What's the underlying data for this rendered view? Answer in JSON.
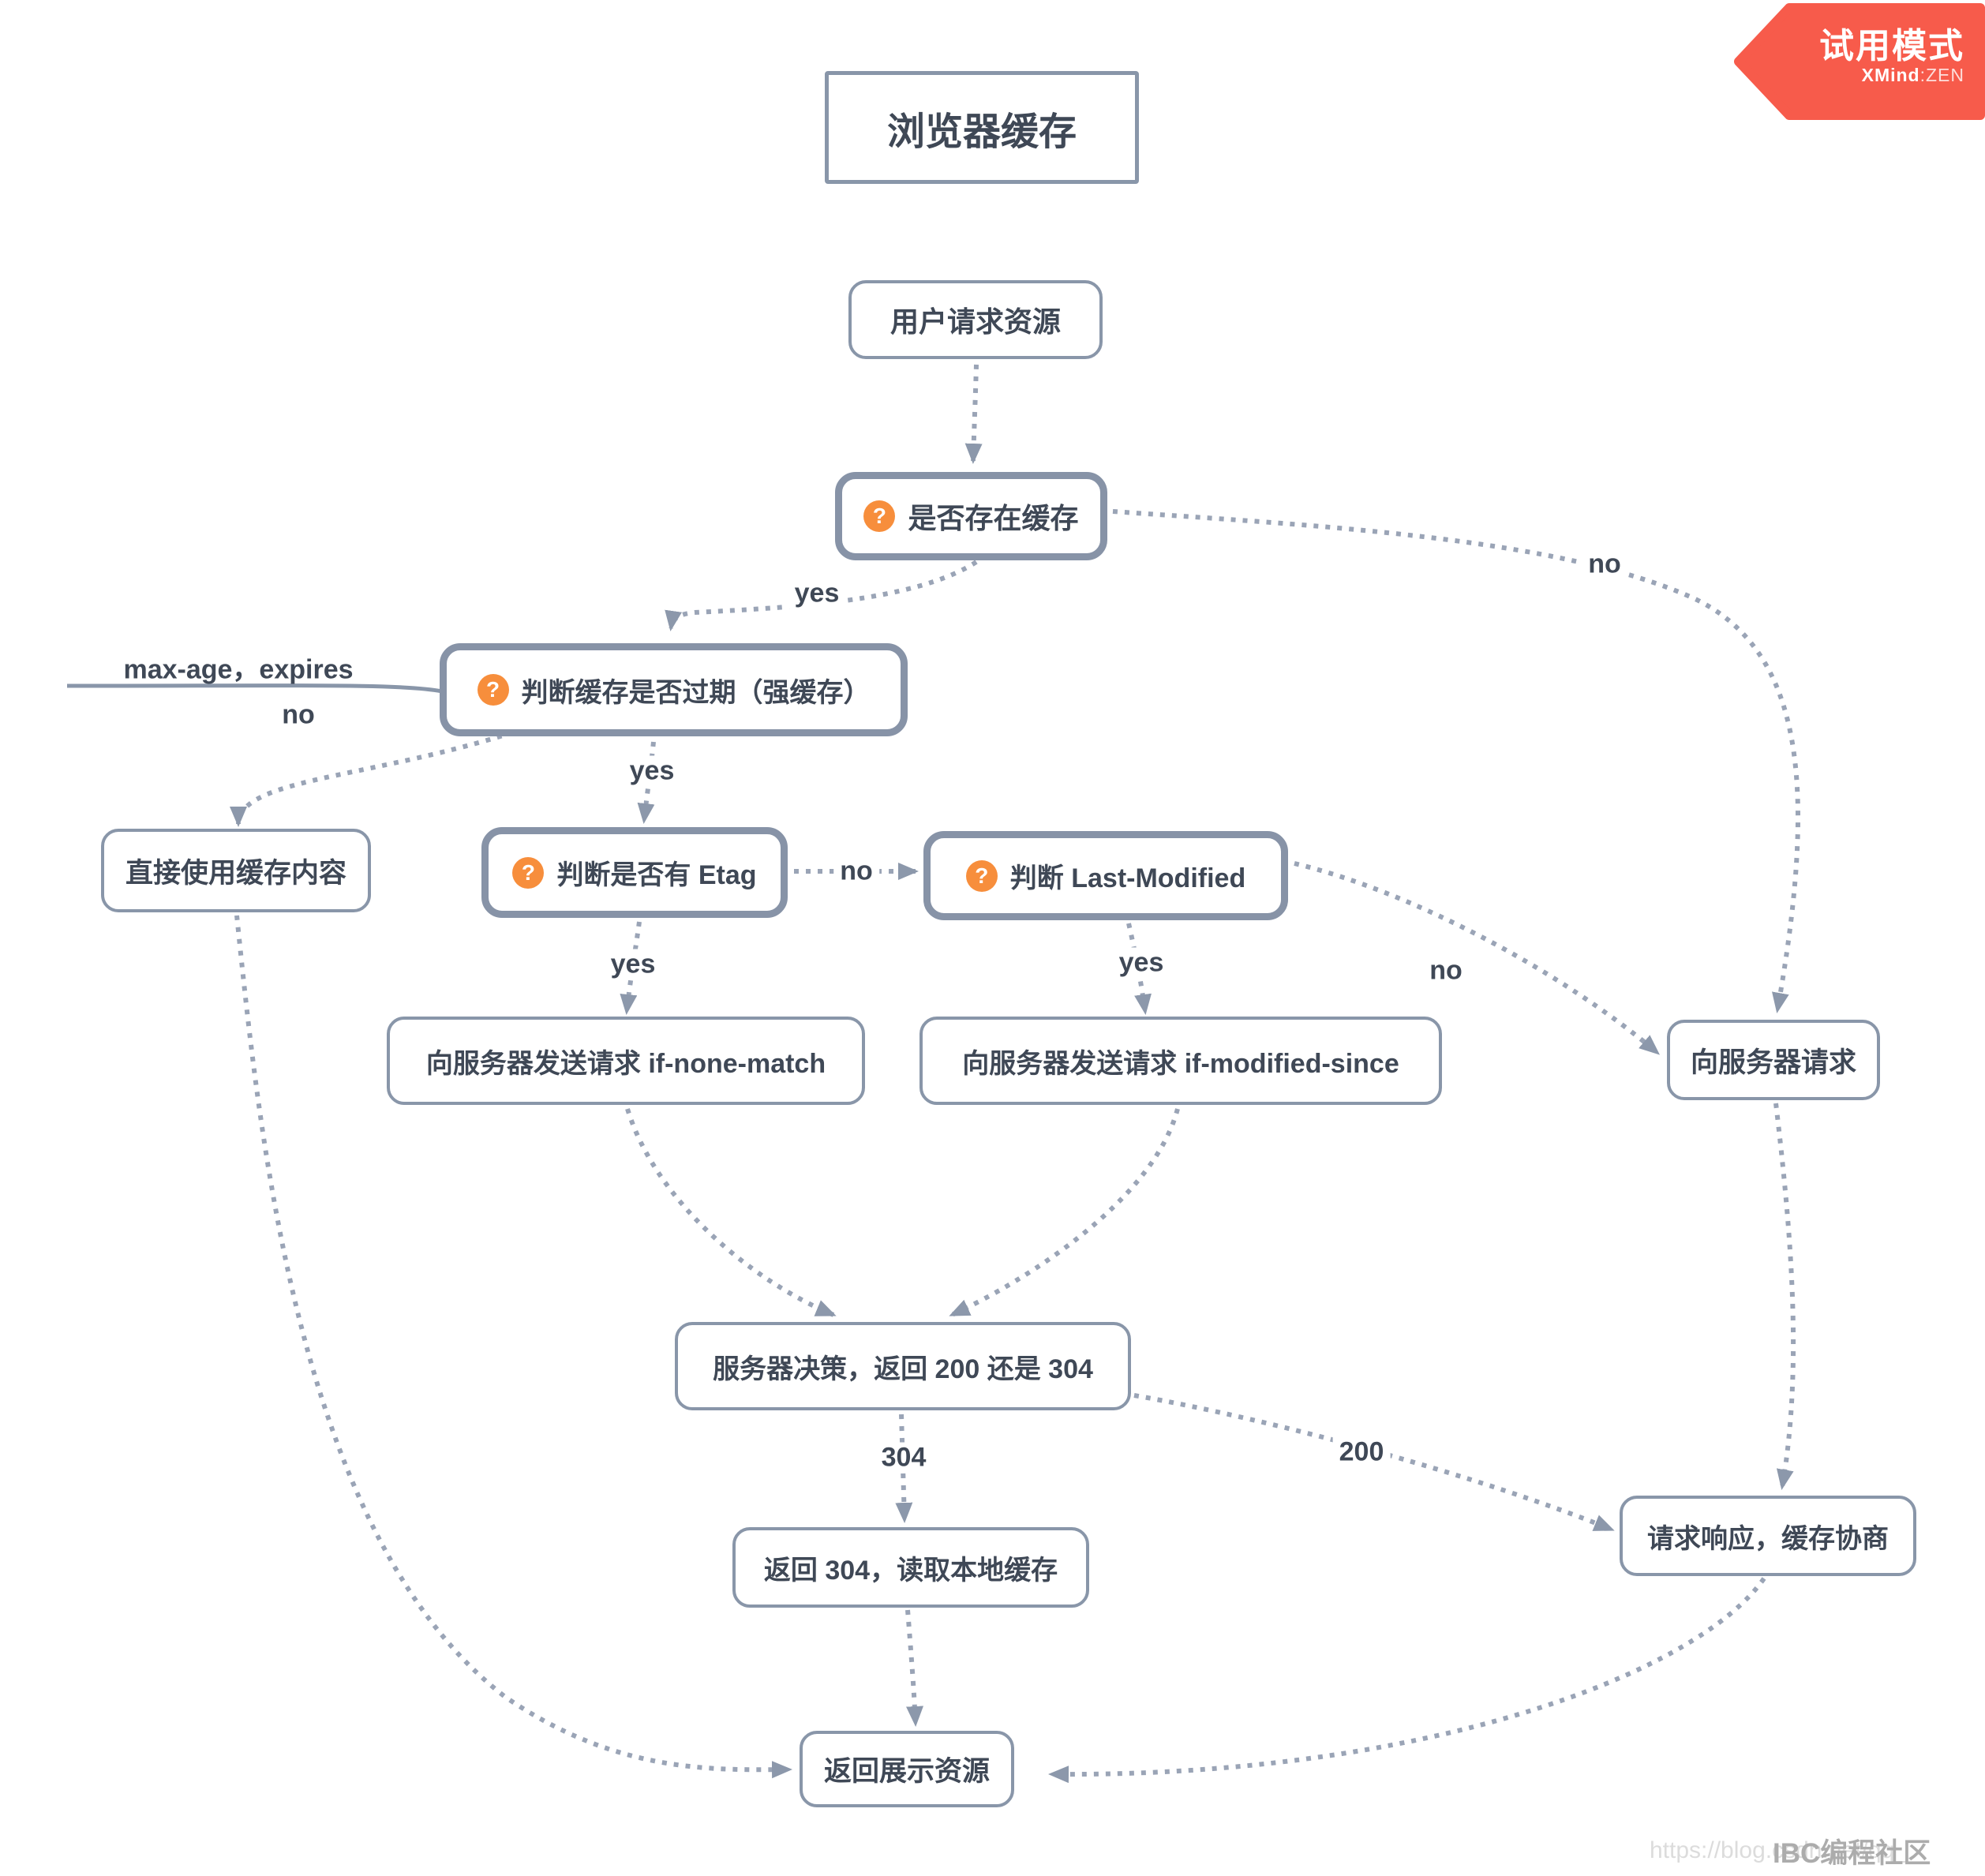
{
  "title": {
    "text": "浏览器缓存"
  },
  "badge": {
    "mode": "试用模式",
    "brand_bold": "XMind",
    "brand_rest": ":ZEN",
    "color": "#F75B4B"
  },
  "icons": {
    "question": "?"
  },
  "colors": {
    "accent_orange": "#F78E3C",
    "badge_red": "#F75B4B",
    "node_border": "#8996A9",
    "text_dark": "#3F4856",
    "edge_dash": "#9AA4B6",
    "arrow": "#8C98AB"
  },
  "nodes": {
    "user_request": {
      "label": "用户请求资源"
    },
    "cache_exists": {
      "label": "是否存在缓存"
    },
    "check_expired": {
      "label": "判断缓存是否过期（强缓存）"
    },
    "use_cache": {
      "label": "直接使用缓存内容"
    },
    "check_etag": {
      "label": "判断是否有 Etag"
    },
    "check_last_modified": {
      "label": "判断 Last-Modified"
    },
    "send_if_none_match": {
      "label": "向服务器发送请求 if-none-match"
    },
    "send_if_modified_since": {
      "label": "向服务器发送请求 if-modified-since"
    },
    "request_server": {
      "label": "向服务器请求"
    },
    "server_decision": {
      "label": "服务器决策，返回 200 还是 304"
    },
    "return_304": {
      "label": "返回 304，读取本地缓存"
    },
    "response_negotiate": {
      "label": "请求响应，缓存协商"
    },
    "return_resource": {
      "label": "返回展示资源"
    }
  },
  "edge_labels": {
    "max_age_expires": "max-age，expires",
    "yes_cache_exists": "yes",
    "no_cache_exists": "no",
    "no_not_expired": "no",
    "yes_expired": "yes",
    "no_etag": "no",
    "yes_etag": "yes",
    "yes_last_modified": "yes",
    "no_last_modified": "no",
    "code_304": "304",
    "code_200": "200"
  },
  "watermark": {
    "url": "https://blog.csdn.net/qq_",
    "brand": "IBC编程社区"
  }
}
